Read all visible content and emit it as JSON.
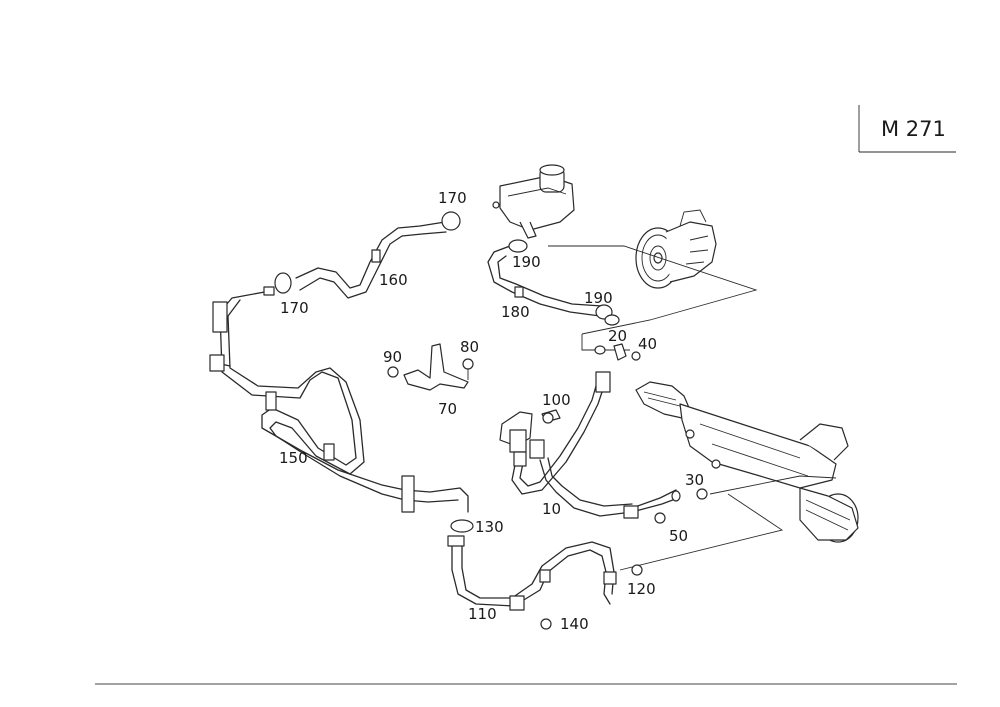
{
  "header": {
    "engine_code": "M 271"
  },
  "callouts": {
    "c10": "10",
    "c20": "20",
    "c30": "30",
    "c40": "40",
    "c50": "50",
    "c70": "70",
    "c80": "80",
    "c90": "90",
    "c100": "100",
    "c110": "110",
    "c120": "120",
    "c130": "130",
    "c140": "140",
    "c150": "150",
    "c160": "160",
    "c170a": "170",
    "c170b": "170",
    "c180": "180",
    "c190a": "190",
    "c190b": "190"
  }
}
